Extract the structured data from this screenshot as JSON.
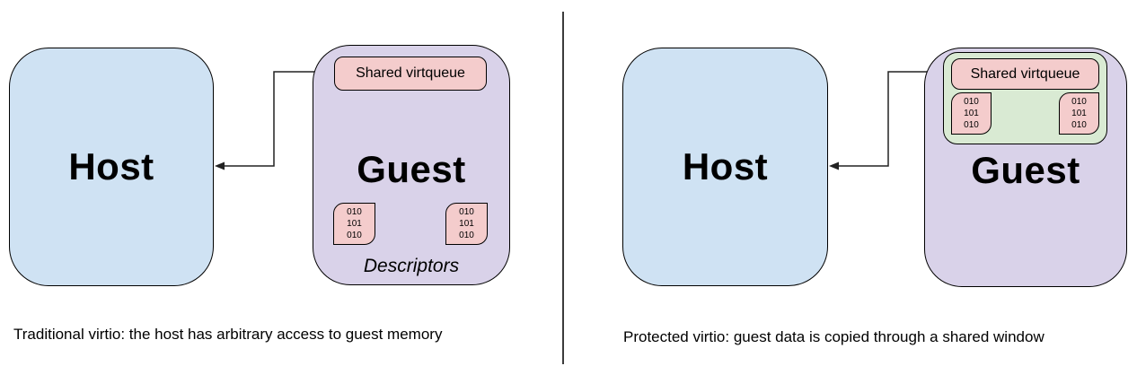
{
  "colors": {
    "host_fill": "#cfe2f3",
    "guest_fill": "#d9d2e9",
    "queue_fill": "#f4cccc",
    "window_fill": "#d9ead3",
    "border": "#000000",
    "divider": "#3c3c3c"
  },
  "left_panel": {
    "host_label": "Host",
    "guest_label": "Guest",
    "virtqueue_label": "Shared virtqueue",
    "descriptor_1": "010\n101\n010",
    "descriptor_2": "010\n101\n010",
    "descriptors_label": "Descriptors",
    "caption": "Traditional virtio: the host has arbitrary access to guest memory"
  },
  "right_panel": {
    "host_label": "Host",
    "guest_label": "Guest",
    "virtqueue_label": "Shared virtqueue",
    "descriptor_1": "010\n101\n010",
    "descriptor_2": "010\n101\n010",
    "caption": "Protected virtio: guest data is copied through a shared window"
  }
}
